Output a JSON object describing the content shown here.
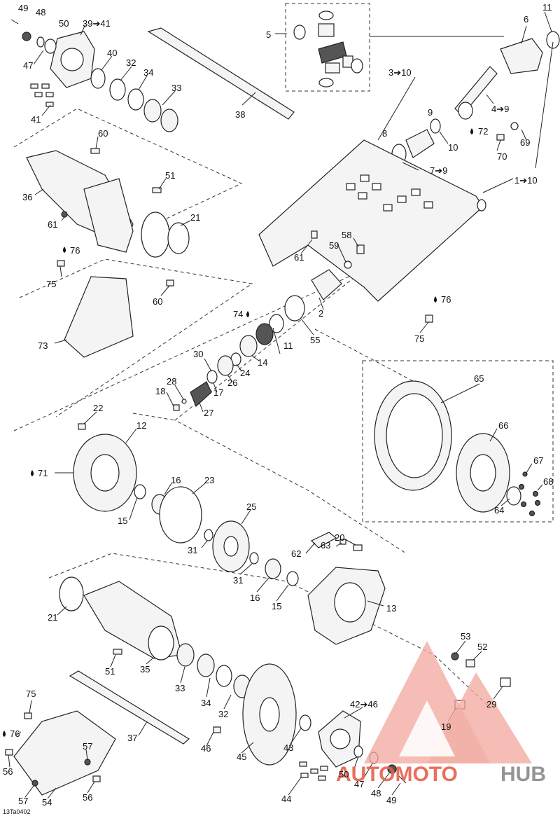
{
  "figure_code": "13Ta0402",
  "watermark": {
    "brand_left": "AUTOMOTO",
    "brand_right": "HUB",
    "color_left": "#e8604c",
    "color_right": "#8a8a8a"
  },
  "callouts": [
    {
      "text": "49"
    },
    {
      "text": "48"
    },
    {
      "text": "50"
    },
    {
      "text": "39➔41"
    },
    {
      "text": "47"
    },
    {
      "text": "40"
    },
    {
      "text": "32"
    },
    {
      "text": "34"
    },
    {
      "text": "33"
    },
    {
      "text": "41"
    },
    {
      "text": "38"
    },
    {
      "text": "60"
    },
    {
      "text": "51"
    },
    {
      "text": "36"
    },
    {
      "text": "21"
    },
    {
      "text": "61"
    },
    {
      "text": "76"
    },
    {
      "text": "75"
    },
    {
      "text": "60"
    },
    {
      "text": "73"
    },
    {
      "text": "5"
    },
    {
      "text": "6"
    },
    {
      "text": "11"
    },
    {
      "text": "3➔10"
    },
    {
      "text": "4➔9"
    },
    {
      "text": "72"
    },
    {
      "text": "9"
    },
    {
      "text": "8"
    },
    {
      "text": "10"
    },
    {
      "text": "69"
    },
    {
      "text": "70"
    },
    {
      "text": "7➔9"
    },
    {
      "text": "1➔10"
    },
    {
      "text": "61"
    },
    {
      "text": "58"
    },
    {
      "text": "59"
    },
    {
      "text": "2"
    },
    {
      "text": "74"
    },
    {
      "text": "11"
    },
    {
      "text": "55"
    },
    {
      "text": "76"
    },
    {
      "text": "75"
    },
    {
      "text": "14"
    },
    {
      "text": "30"
    },
    {
      "text": "24"
    },
    {
      "text": "26"
    },
    {
      "text": "17"
    },
    {
      "text": "28"
    },
    {
      "text": "18"
    },
    {
      "text": "27"
    },
    {
      "text": "22"
    },
    {
      "text": "12"
    },
    {
      "text": "71"
    },
    {
      "text": "16"
    },
    {
      "text": "23"
    },
    {
      "text": "15"
    },
    {
      "text": "25"
    },
    {
      "text": "31"
    },
    {
      "text": "62"
    },
    {
      "text": "63"
    },
    {
      "text": "20"
    },
    {
      "text": "31"
    },
    {
      "text": "16"
    },
    {
      "text": "15"
    },
    {
      "text": "13"
    },
    {
      "text": "65"
    },
    {
      "text": "66"
    },
    {
      "text": "67"
    },
    {
      "text": "68"
    },
    {
      "text": "64"
    },
    {
      "text": "21"
    },
    {
      "text": "51"
    },
    {
      "text": "35"
    },
    {
      "text": "33"
    },
    {
      "text": "34"
    },
    {
      "text": "32"
    },
    {
      "text": "53"
    },
    {
      "text": "52"
    },
    {
      "text": "29"
    },
    {
      "text": "42➔46"
    },
    {
      "text": "19"
    },
    {
      "text": "75"
    },
    {
      "text": "76"
    },
    {
      "text": "37"
    },
    {
      "text": "46"
    },
    {
      "text": "45"
    },
    {
      "text": "43"
    },
    {
      "text": "57"
    },
    {
      "text": "56"
    },
    {
      "text": "50"
    },
    {
      "text": "57"
    },
    {
      "text": "54"
    },
    {
      "text": "56"
    },
    {
      "text": "47"
    },
    {
      "text": "48"
    },
    {
      "text": "44"
    },
    {
      "text": "49"
    }
  ]
}
